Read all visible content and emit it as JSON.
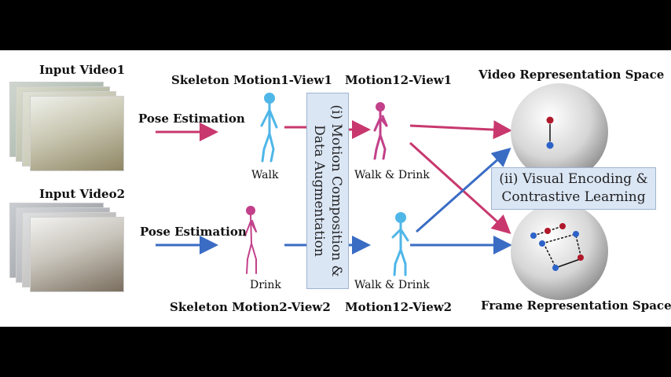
{
  "inputs": {
    "video1_label": "Input Video1",
    "video2_label": "Input Video2"
  },
  "pose_estimation": {
    "label1": "Pose Estimation",
    "label2": "Pose Estimation"
  },
  "skeletons": {
    "motion1_title": "Skeleton Motion1-View1",
    "motion1_action": "Walk",
    "motion2_title": "Skeleton Motion2-View2",
    "motion2_action": "Drink"
  },
  "augmentation": {
    "line1": "(i) Motion Composition &",
    "line2": "Data Augmentation"
  },
  "composed": {
    "view1_title": "Motion12-View1",
    "view1_action": "Walk & Drink",
    "view2_title": "Motion12-View2",
    "view2_action": "Walk & Drink"
  },
  "encoding": {
    "line1": "(ii) Visual Encoding &",
    "line2": "Contrastive Learning"
  },
  "spaces": {
    "video_space": "Video Representation Space",
    "frame_space": "Frame Representation Space"
  },
  "colors": {
    "magenta": "#c8386e",
    "blue": "#3a6cc4",
    "skeleton_cyan": "#4fb6e8",
    "skeleton_pink": "#c2418a",
    "box_fill": "#dbe6f5"
  }
}
